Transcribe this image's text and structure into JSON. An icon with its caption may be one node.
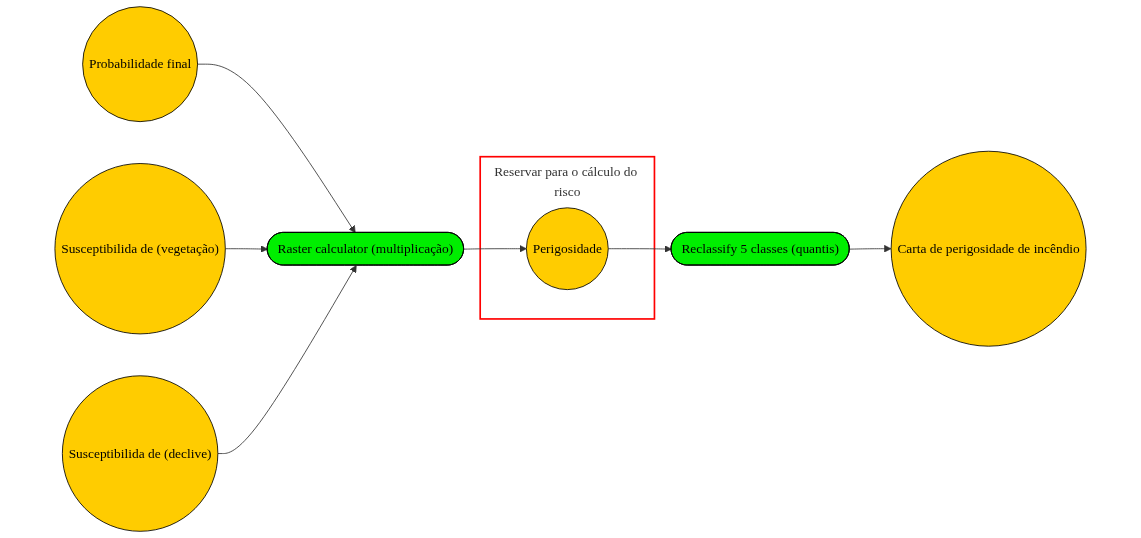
{
  "diagram": {
    "nodes": [
      {
        "text": [
          "Probabilidade final"
        ]
      },
      {
        "text": [
          "Susceptibilida de (vegetação)"
        ]
      },
      {
        "text": [
          "Susceptibilida de (declive)"
        ]
      },
      {
        "text": [
          "Raster calculator (multiplicação)"
        ]
      },
      {
        "text": [
          "Reservar para o cálculo do risco"
        ]
      },
      {
        "text": [
          "Perigosidade"
        ],
        "in": 4
      },
      {
        "text": [
          "Reclassify 5 classes (quantis)"
        ]
      },
      {
        "text": [
          "Carta de perigosidade de incêndio"
        ]
      }
    ],
    "edges": [
      {
        "from": 0,
        "to": 3,
        "arrow": "to"
      },
      {
        "from": 1,
        "to": 3,
        "arrow": "to"
      },
      {
        "from": 2,
        "to": 3,
        "arrow": "to"
      },
      {
        "from": 3,
        "to": 5,
        "arrow": "to"
      },
      {
        "from": 5,
        "to": 6,
        "arrow": "to"
      },
      {
        "from": 6,
        "to": 7,
        "arrow": "to"
      }
    ]
  }
}
